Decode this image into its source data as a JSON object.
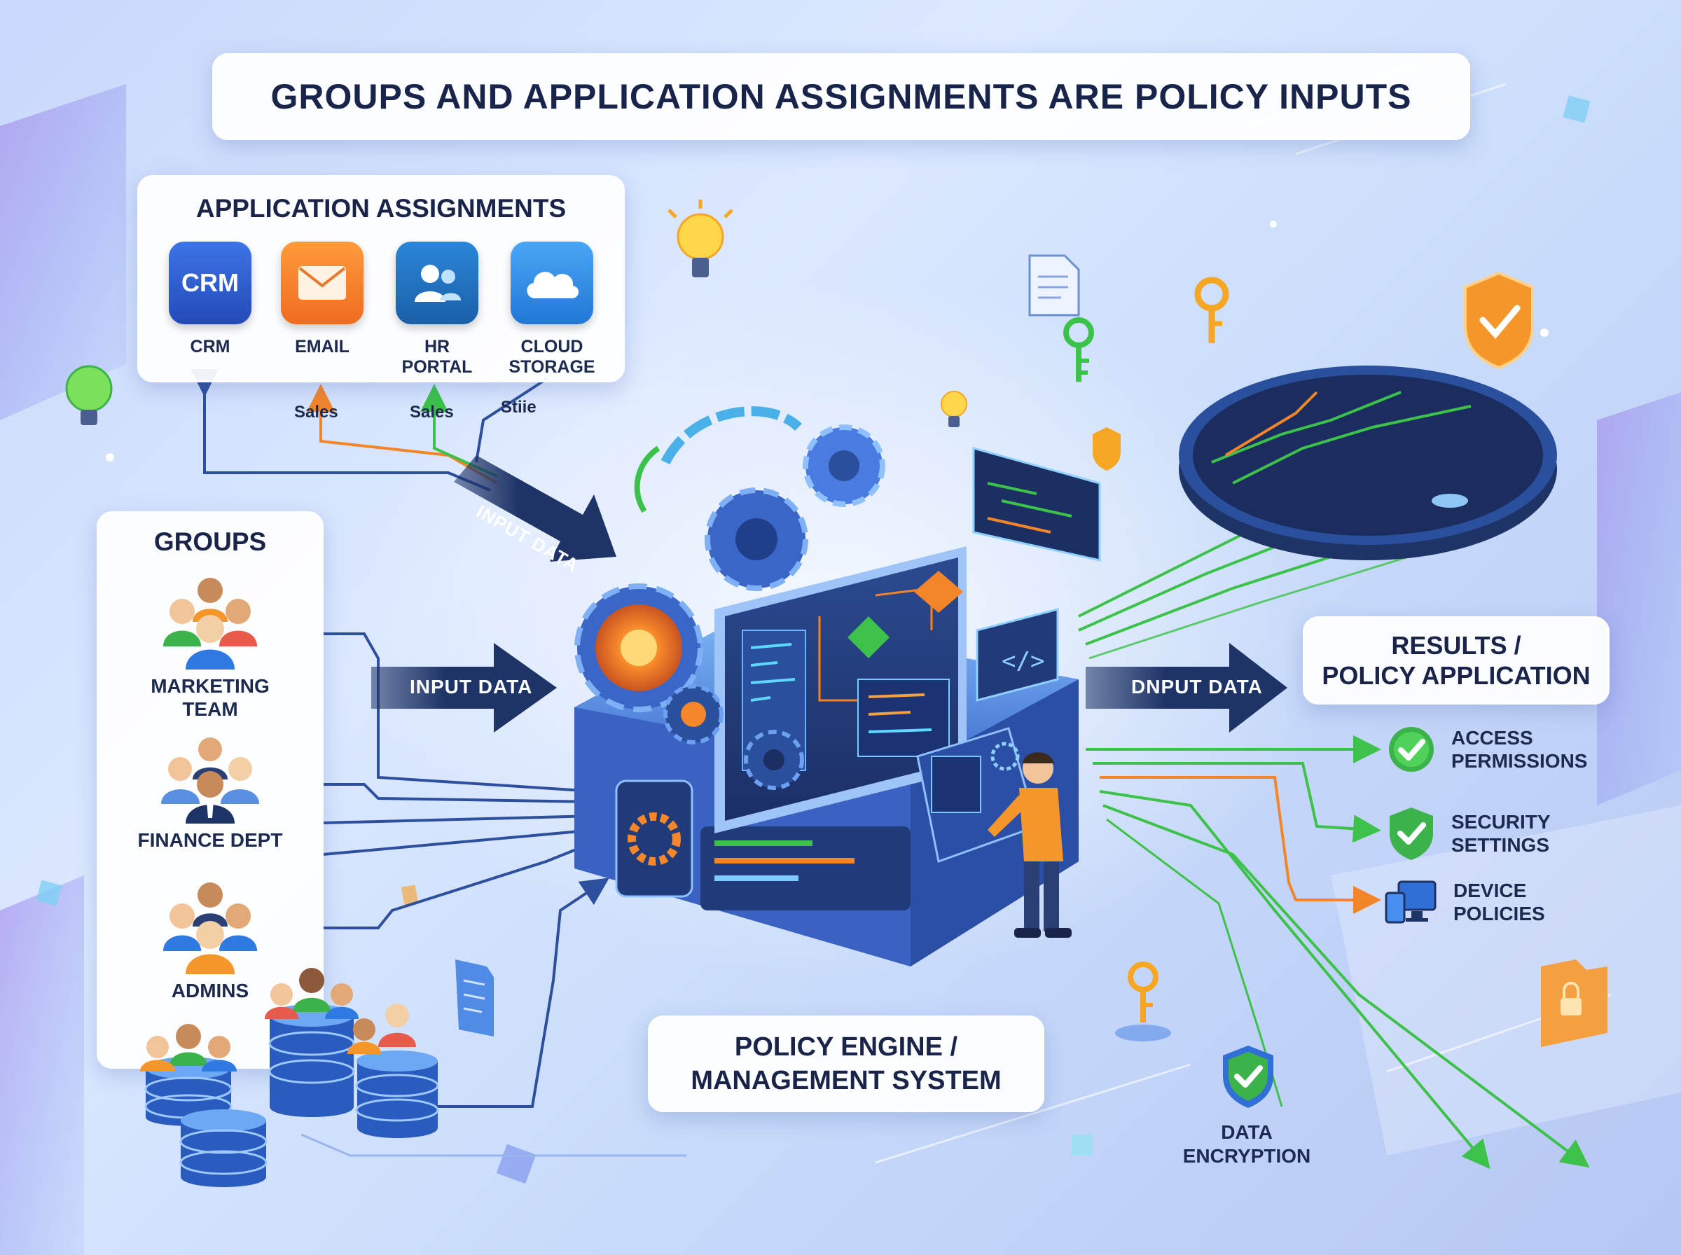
{
  "title": "GROUPS AND APPLICATION ASSIGNMENTS ARE POLICY INPUTS",
  "applications": {
    "title": "APPLICATION ASSIGNMENTS",
    "items": [
      {
        "icon_text": "CRM",
        "label_line1": "CRM",
        "label_line2": "",
        "color": "#2f5fd0",
        "icon": "crm-icon"
      },
      {
        "icon_text": "",
        "label_line1": "EMAIL",
        "label_line2": "",
        "color": "#f57c22",
        "icon": "email-envelope-icon"
      },
      {
        "icon_text": "",
        "label_line1": "HR",
        "label_line2": "PORTAL",
        "color": "#1f6fb8",
        "icon": "hr-people-icon"
      },
      {
        "icon_text": "",
        "label_line1": "CLOUD",
        "label_line2": "STORAGE",
        "color": "#2e8ee8",
        "icon": "cloud-icon"
      }
    ],
    "assignment_labels": [
      "Sales",
      "Sales",
      "Stiie"
    ]
  },
  "groups": {
    "title": "GROUPS",
    "items": [
      {
        "label_line1": "MARKETING",
        "label_line2": "TEAM",
        "icon": "marketing-team-icon"
      },
      {
        "label_line1": "FINANCE DEPT",
        "label_line2": "",
        "icon": "finance-dept-icon"
      },
      {
        "label_line1": "ADMINS",
        "label_line2": "",
        "icon": "admins-icon"
      }
    ]
  },
  "arrows": {
    "top_input": "INPUT DATA",
    "left_input": "INPUT DATA",
    "right_output": "DNPUT DATA"
  },
  "engine": {
    "line1": "POLICY ENGINE /",
    "line2": "MANAGEMENT SYSTEM"
  },
  "results": {
    "line1": "RESULTS /",
    "line2": "POLICY APPLICATION",
    "items": [
      {
        "label_line1": "ACCESS",
        "label_line2": "PERMISSIONS",
        "icon": "green-check-circle-icon"
      },
      {
        "label_line1": "SECURITY",
        "label_line2": "SETTINGS",
        "icon": "green-shield-check-icon"
      },
      {
        "label_line1": "DEVICE",
        "label_line2": "POLICIES",
        "icon": "devices-icon"
      }
    ]
  },
  "encryption": {
    "line1": "DATA",
    "line2": "ENCRYPTION",
    "icon": "shield-check-icon"
  },
  "colors": {
    "navy": "#1e3366",
    "green": "#3cc24a",
    "orange": "#f2852a",
    "blue": "#2f6fd6"
  }
}
